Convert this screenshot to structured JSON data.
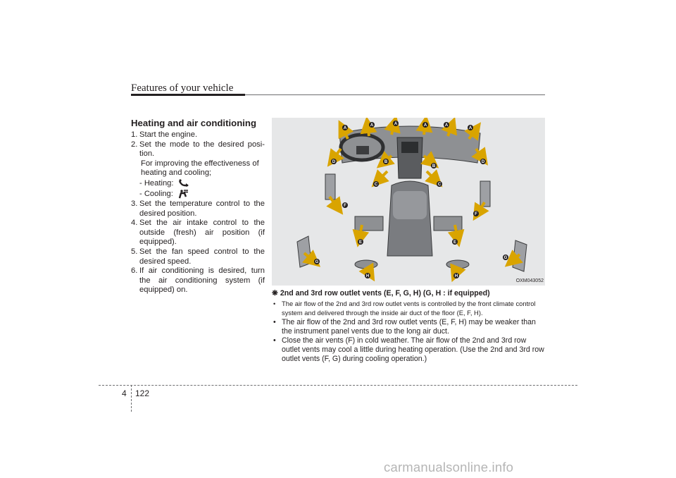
{
  "header": {
    "title": "Features of your vehicle"
  },
  "section": {
    "heading": "Heating and air conditioning",
    "steps": [
      {
        "num": "1.",
        "text": "Start the engine."
      },
      {
        "num": "2.",
        "text": "Set the mode to the desired posi-tion."
      },
      {
        "num": "3.",
        "text": "Set the temperature control to the desired position."
      },
      {
        "num": "4.",
        "text": "Set the air intake control to the outside (fresh) air position (if equipped)."
      },
      {
        "num": "5.",
        "text": "Set the fan speed control to the desired speed."
      },
      {
        "num": "6.",
        "text": "If air conditioning is desired, turn the air conditioning system (if equipped) on."
      }
    ],
    "improving_note": "For improving the effectiveness of heating and cooling;",
    "heating_label": "- Heating:",
    "cooling_label": "- Cooling:",
    "heating_icon": "floor-heat-mode-icon",
    "cooling_icon": "face-vent-mode-icon"
  },
  "figure": {
    "code": "OXM043052",
    "vent_labels": [
      "A",
      "A",
      "A",
      "A",
      "A",
      "A",
      "B",
      "B",
      "C",
      "C",
      "D",
      "D",
      "E",
      "E",
      "F",
      "F",
      "G",
      "G",
      "H",
      "H"
    ]
  },
  "vents": {
    "symbol": "❋",
    "heading": "2nd and 3rd row outlet vents (E, F, G, H) (G, H : if equipped)",
    "bullets": [
      "The air flow of the 2nd and 3rd row outlet vents is controlled by the front climate control system and delivered through the inside air duct of the floor (E, F, H).",
      "The air flow of the 2nd and 3rd row outlet vents (E, F, H) may be weaker than the instrument panel vents due to the long air duct.",
      "Close the air vents (F) in cold weather. The air flow of the 2nd and 3rd row outlet vents may cool a little during heating operation. (Use the 2nd and 3rd row outlet vents (F, G) during cooling operation.)"
    ]
  },
  "footer": {
    "chapter": "4",
    "page": "122"
  },
  "watermark": "carmanualsonline.info",
  "colors": {
    "text": "#231f20",
    "rule": "#231f20",
    "figure_bg": "#e6e7e8",
    "arrow": "#d9a400",
    "watermark": "#b5b5b5"
  }
}
